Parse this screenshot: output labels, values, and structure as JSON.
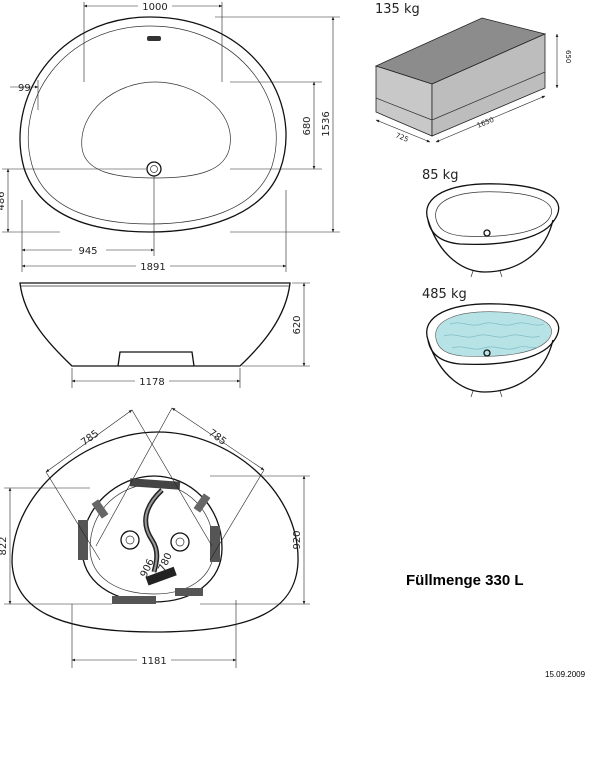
{
  "drawing": {
    "top_view": {
      "width_top": "1000",
      "rim_offset": "99",
      "inner_depth": "680",
      "length": "1536",
      "drain_offset": "486",
      "drain_from_left": "945",
      "total_width": "1891"
    },
    "side_view": {
      "height": "620",
      "base_width": "1178"
    },
    "install_view": {
      "side_a": "785",
      "side_b": "785",
      "left_height": "822",
      "right_height": "920",
      "pipe_a": "906",
      "pipe_b": "780",
      "bottom_width": "1181"
    },
    "packaging": {
      "weight": "135 kg",
      "height": "650",
      "depth": "725",
      "length": "1650"
    },
    "empty_weight": "85 kg",
    "filled_weight": "485 kg",
    "capacity_label": "Füllmenge 330 L",
    "date": "15.09.2009",
    "colors": {
      "line": "#111111",
      "box_top": "#8c8c8c",
      "box_side": "#c8c8c8",
      "water": "#b7e3e6",
      "water_wave": "#8cc9cf"
    }
  }
}
